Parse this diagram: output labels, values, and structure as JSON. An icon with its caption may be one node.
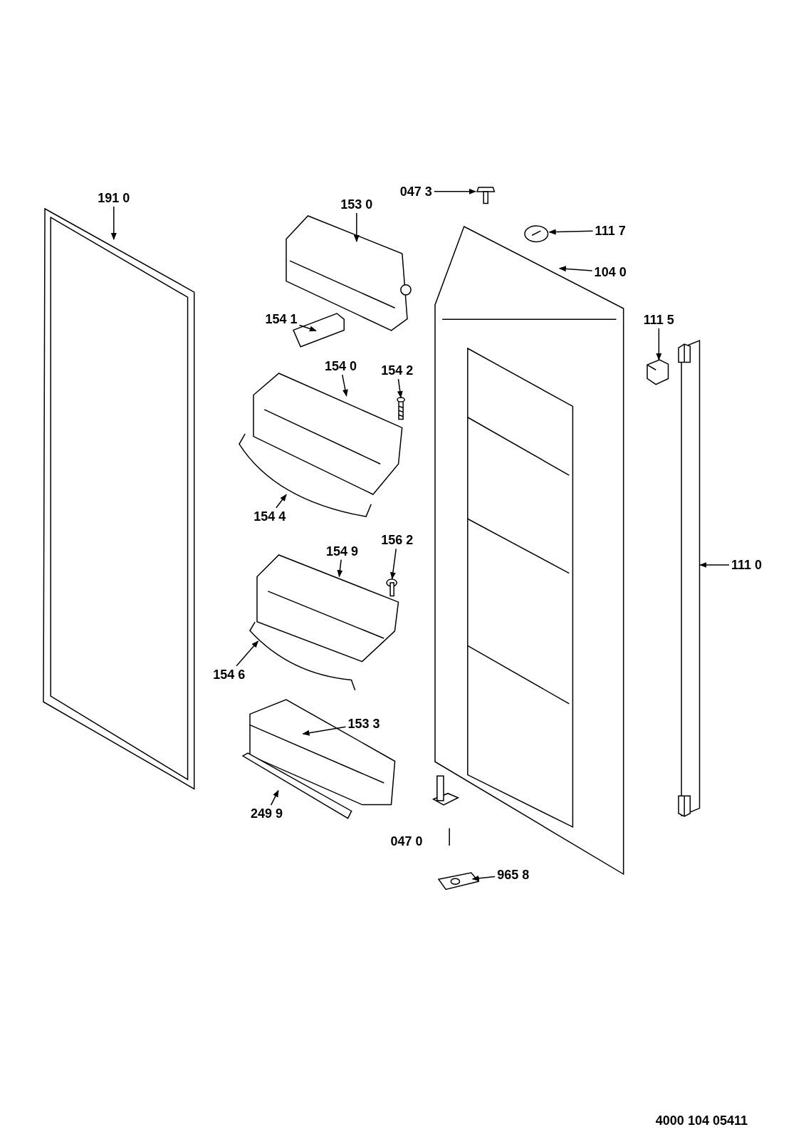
{
  "diagram": {
    "nodes": [
      {
        "text": [
          "047 3"
        ]
      },
      {
        "text": [],
        "shape": "picture"
      },
      {
        "text": [
          "191 0"
        ]
      },
      {
        "text": [],
        "shape": "picture"
      },
      {
        "text": [
          "153 0"
        ]
      },
      {
        "text": [],
        "shape": "picture"
      },
      {
        "text": [
          "111 7"
        ]
      },
      {
        "text": [],
        "shape": "picture"
      },
      {
        "text": [
          "104 0"
        ]
      },
      {
        "text": [],
        "shape": "picture"
      },
      {
        "text": [
          "154 1"
        ]
      },
      {
        "text": [],
        "shape": "picture"
      },
      {
        "text": [
          "111 5"
        ]
      },
      {
        "text": [],
        "shape": "picture"
      },
      {
        "text": [
          "154 0"
        ]
      },
      {
        "text": [],
        "shape": "picture"
      },
      {
        "text": [
          "154 2"
        ]
      },
      {
        "text": [],
        "shape": "picture"
      },
      {
        "text": [
          "154 4"
        ]
      },
      {
        "text": [],
        "shape": "picture"
      },
      {
        "text": [
          "156 2"
        ]
      },
      {
        "text": [],
        "shape": "picture"
      },
      {
        "text": [
          "154 9"
        ]
      },
      {
        "text": [],
        "shape": "picture"
      },
      {
        "text": [
          "111 0"
        ]
      },
      {
        "text": [],
        "shape": "picture"
      },
      {
        "text": [
          "154 6"
        ]
      },
      {
        "text": [],
        "shape": "picture"
      },
      {
        "text": [
          "153 3"
        ]
      },
      {
        "text": [],
        "shape": "picture"
      },
      {
        "text": [
          "249 9"
        ]
      },
      {
        "text": [],
        "shape": "picture"
      },
      {
        "text": [
          "965 8"
        ]
      },
      {
        "text": [],
        "shape": "picture"
      }
    ],
    "edges": [
      {
        "from": 0,
        "to": 1,
        "arrow": "to"
      },
      {
        "from": 2,
        "to": 3,
        "arrow": "to"
      },
      {
        "from": 4,
        "to": 5,
        "arrow": "to"
      },
      {
        "from": 6,
        "to": 7,
        "arrow": "to"
      },
      {
        "from": 8,
        "to": 9,
        "arrow": "to"
      },
      {
        "from": 10,
        "to": 11,
        "arrow": "to"
      },
      {
        "from": 12,
        "to": 13,
        "arrow": "to"
      },
      {
        "from": 14,
        "to": 15,
        "arrow": "to"
      },
      {
        "from": 16,
        "to": 17,
        "arrow": "to"
      },
      {
        "from": 18,
        "to": 19,
        "arrow": "to"
      },
      {
        "from": 20,
        "to": 21,
        "arrow": "to"
      },
      {
        "from": 22,
        "to": 23,
        "arrow": "to"
      },
      {
        "from": 24,
        "to": 25,
        "arrow": "to"
      },
      {
        "from": 26,
        "to": 27,
        "arrow": "to"
      },
      {
        "from": 28,
        "to": 29,
        "arrow": "to"
      },
      {
        "from": 30,
        "to": 31,
        "arrow": "to"
      },
      {
        "from": 32,
        "to": 33,
        "arrow": "to"
      }
    ],
    "labels": [
      "047 0",
      "4000 104 05411"
    ]
  }
}
